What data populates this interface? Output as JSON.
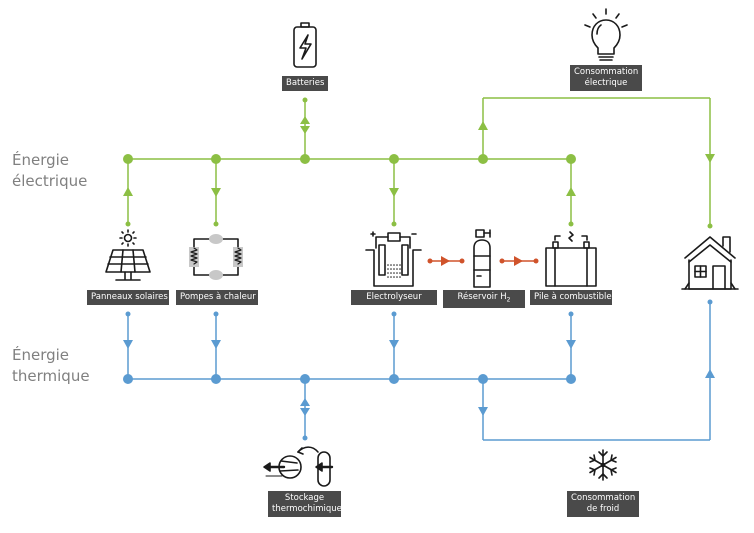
{
  "colors": {
    "electric": "#8cbf44",
    "thermal": "#5b9bd1",
    "hydrogen": "#d0532b",
    "tag_bg": "#4a4a4a",
    "tag_text": "#ffffff",
    "side_label": "#808080",
    "icon": "#1a1a1a"
  },
  "side_labels": {
    "electric": [
      "Énergie",
      "électrique"
    ],
    "thermal": [
      "Énergie",
      "thermique"
    ]
  },
  "nodes": {
    "batteries": {
      "label": "Batteries",
      "icon": "battery-icon"
    },
    "consommation_electrique": {
      "label_lines": [
        "Consommation",
        "électrique"
      ],
      "icon": "light-bulb-icon"
    },
    "panneaux_solaires": {
      "label": "Panneaux solaires",
      "icon": "solar-panel-icon"
    },
    "pompes_chaleur": {
      "label": "Pompes à chaleur",
      "icon": "heat-pump-icon"
    },
    "electrolyseur": {
      "label": "Electrolyseur",
      "icon": "electrolyzer-icon"
    },
    "reservoir_h2": {
      "label": "Réservoir H",
      "subscript": "2",
      "icon": "gas-tank-icon"
    },
    "pile_combustible": {
      "label": "Pile à combustible",
      "icon": "fuel-cell-icon"
    },
    "maison": {
      "icon": "house-icon"
    },
    "stockage_thermochimique": {
      "label_lines": [
        "Stockage",
        "thermochimique"
      ],
      "icon": "thermochemical-storage-icon"
    },
    "consommation_froid": {
      "label_lines": [
        "Consommation",
        "de froid"
      ],
      "icon": "snowflake-icon"
    }
  },
  "flows": {
    "electric": [
      {
        "from": "panneaux_solaires",
        "to": "electric_bus",
        "direction": "up"
      },
      {
        "from": "electric_bus",
        "to": "pompes_chaleur",
        "direction": "down"
      },
      {
        "from": "batteries",
        "to": "electric_bus",
        "direction": "bidirectional"
      },
      {
        "from": "electric_bus",
        "to": "electrolyseur",
        "direction": "down"
      },
      {
        "from": "electric_bus",
        "to": "consommation_electrique",
        "direction": "up"
      },
      {
        "from": "pile_combustible",
        "to": "electric_bus",
        "direction": "up"
      },
      {
        "from": "consommation_electrique",
        "to": "maison",
        "direction": "down"
      }
    ],
    "hydrogen": [
      {
        "from": "electrolyseur",
        "to": "reservoir_h2",
        "direction": "right"
      },
      {
        "from": "reservoir_h2",
        "to": "pile_combustible",
        "direction": "right"
      }
    ],
    "thermal": [
      {
        "from": "panneaux_solaires",
        "to": "thermal_bus",
        "direction": "down"
      },
      {
        "from": "pompes_chaleur",
        "to": "thermal_bus",
        "direction": "down"
      },
      {
        "from": "stockage_thermochimique",
        "to": "thermal_bus",
        "direction": "bidirectional"
      },
      {
        "from": "electrolyseur",
        "to": "thermal_bus",
        "direction": "down"
      },
      {
        "from": "thermal_bus",
        "to": "consommation_froid",
        "direction": "down"
      },
      {
        "from": "pile_combustible",
        "to": "thermal_bus",
        "direction": "down"
      },
      {
        "from": "consommation_froid",
        "to": "maison",
        "direction": "up"
      }
    ]
  }
}
